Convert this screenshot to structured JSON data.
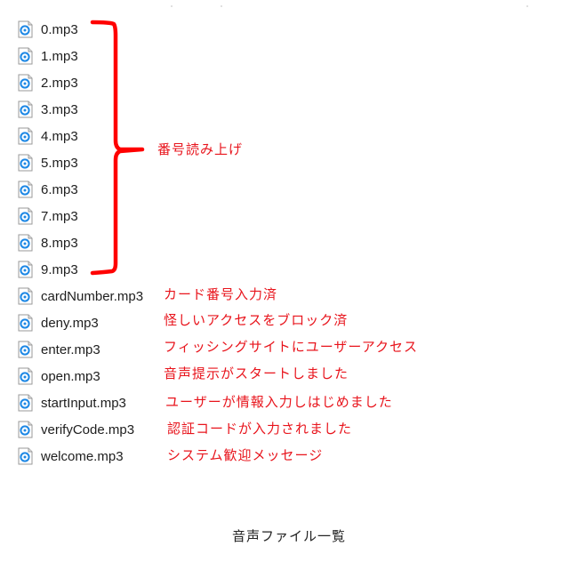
{
  "files": [
    {
      "name": "0.mp3",
      "note": ""
    },
    {
      "name": "1.mp3",
      "note": ""
    },
    {
      "name": "2.mp3",
      "note": ""
    },
    {
      "name": "3.mp3",
      "note": ""
    },
    {
      "name": "4.mp3",
      "note": ""
    },
    {
      "name": "5.mp3",
      "note": ""
    },
    {
      "name": "6.mp3",
      "note": ""
    },
    {
      "name": "7.mp3",
      "note": ""
    },
    {
      "name": "8.mp3",
      "note": ""
    },
    {
      "name": "9.mp3",
      "note": ""
    },
    {
      "name": "cardNumber.mp3",
      "note": "カード番号入力済"
    },
    {
      "name": "deny.mp3",
      "note": "怪しいアクセスをブロック済"
    },
    {
      "name": "enter.mp3",
      "note": "フィッシングサイトにユーザーアクセス"
    },
    {
      "name": "open.mp3",
      "note": "音声提示がスタートしました"
    },
    {
      "name": "startInput.mp3",
      "note": "ユーザーが情報入力しはじめました"
    },
    {
      "name": "verifyCode.mp3",
      "note": "認証コードが入力されました"
    },
    {
      "name": "welcome.mp3",
      "note": "システム歓迎メッセージ"
    }
  ],
  "bracket_note": "番号読み上げ",
  "caption": "音声ファイル一覧",
  "icon": "audio-file-icon",
  "colors": {
    "annotation": "#e8141c",
    "bracket": "#ff0000",
    "icon_accent": "#1e88e5"
  }
}
